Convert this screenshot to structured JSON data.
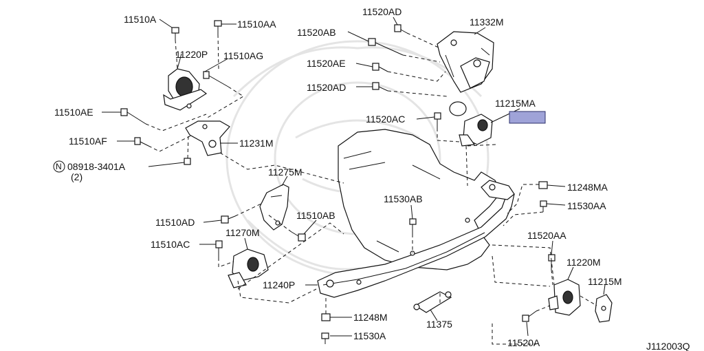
{
  "diagram": {
    "code": "J112003Q",
    "colors": {
      "line": "#111111",
      "highlight": "#9fa3d8",
      "watermark": "#e4e4e4"
    },
    "highlight_marker": {
      "part_ref": "11215MA",
      "color": "#9fa3d8"
    },
    "labels": {
      "11510A": "11510A",
      "11510AA": "11510AA",
      "11220P": "11220P",
      "11510AG": "11510AG",
      "11510AE": "11510AE",
      "11510AF": "11510AF",
      "11231M": "11231M",
      "08918_3401A": "08918-3401A",
      "qty2": "(2)",
      "nut_symbol": "N",
      "11275M": "11275M",
      "11510AD": "11510AD",
      "11510AB": "11510AB",
      "11270M": "11270M",
      "11510AC": "11510AC",
      "11240P": "11240P",
      "11248M": "11248M",
      "11530A": "11530A",
      "11375": "11375",
      "11530AB": "11530AB",
      "11520AD": "11520AD",
      "11520AB": "11520AB",
      "11520AE": "11520AE",
      "11520AD_2": "11520AD",
      "11332M": "11332M",
      "11215MA": "11215MA",
      "11520AC": "11520AC",
      "11248MA": "11248MA",
      "11530AA": "11530AA",
      "11520AA": "11520AA",
      "11220M": "11220M",
      "11215M": "11215M",
      "11520A": "11520A"
    }
  }
}
